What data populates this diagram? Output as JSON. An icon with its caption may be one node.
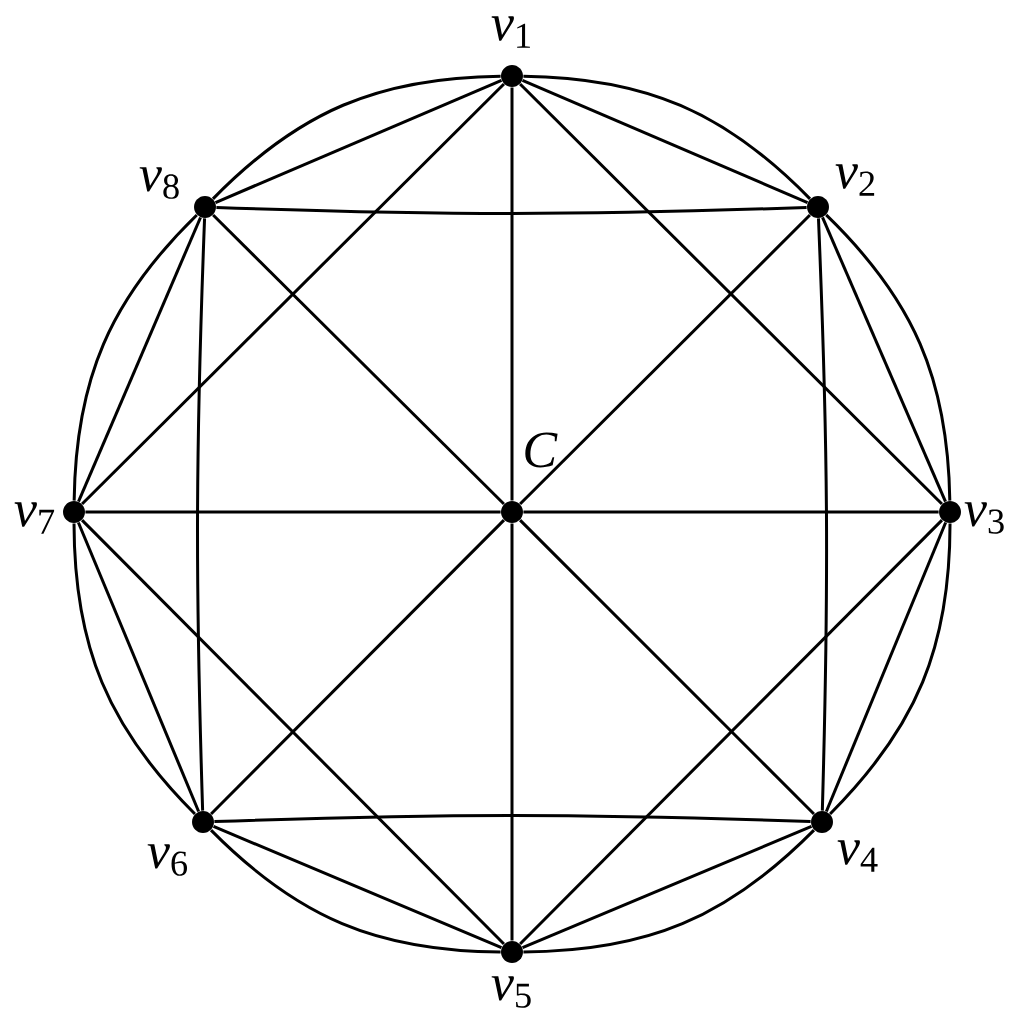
{
  "diagram": {
    "nodes": [
      {
        "text": [],
        "shape": "circle",
        "beside": [
          "*v*$_{1}$"
        ]
      },
      {
        "text": [],
        "shape": "circle",
        "beside": [
          "*v*$_{2}$"
        ]
      },
      {
        "text": [],
        "shape": "circle",
        "beside": [
          "*v*$_{3}$"
        ]
      },
      {
        "text": [],
        "shape": "circle",
        "beside": [
          "*v*$_{4}$"
        ]
      },
      {
        "text": [],
        "shape": "circle",
        "beside": [
          "*v*$_{5}$"
        ]
      },
      {
        "text": [],
        "shape": "circle",
        "beside": [
          "*v*$_{6}$"
        ]
      },
      {
        "text": [],
        "shape": "circle",
        "beside": [
          "*v*$_{7}$"
        ]
      },
      {
        "text": [],
        "shape": "circle",
        "beside": [
          "*v*$_{8}$"
        ]
      },
      {
        "text": [],
        "shape": "circle",
        "beside": [
          "*C*"
        ]
      }
    ],
    "edges": [
      {
        "from": 0,
        "to": 1,
        "arrow": "none"
      },
      {
        "from": 1,
        "to": 2,
        "arrow": "none"
      },
      {
        "from": 2,
        "to": 3,
        "arrow": "none"
      },
      {
        "from": 3,
        "to": 4,
        "arrow": "none"
      },
      {
        "from": 4,
        "to": 5,
        "arrow": "none"
      },
      {
        "from": 5,
        "to": 6,
        "arrow": "none"
      },
      {
        "from": 6,
        "to": 7,
        "arrow": "none"
      },
      {
        "from": 7,
        "to": 0,
        "arrow": "none"
      },
      {
        "from": 0,
        "to": 1,
        "arrow": "none"
      },
      {
        "from": 1,
        "to": 2,
        "arrow": "none"
      },
      {
        "from": 2,
        "to": 3,
        "arrow": "none"
      },
      {
        "from": 3,
        "to": 4,
        "arrow": "none"
      },
      {
        "from": 4,
        "to": 5,
        "arrow": "none"
      },
      {
        "from": 5,
        "to": 6,
        "arrow": "none"
      },
      {
        "from": 6,
        "to": 7,
        "arrow": "none"
      },
      {
        "from": 7,
        "to": 0,
        "arrow": "none"
      },
      {
        "from": 0,
        "to": 2,
        "arrow": "none"
      },
      {
        "from": 2,
        "to": 4,
        "arrow": "none"
      },
      {
        "from": 4,
        "to": 6,
        "arrow": "none"
      },
      {
        "from": 6,
        "to": 0,
        "arrow": "none"
      },
      {
        "from": 7,
        "to": 1,
        "arrow": "none"
      },
      {
        "from": 1,
        "to": 3,
        "arrow": "none"
      },
      {
        "from": 3,
        "to": 5,
        "arrow": "none"
      },
      {
        "from": 5,
        "to": 7,
        "arrow": "none"
      },
      {
        "from": 8,
        "to": 0,
        "arrow": "none"
      },
      {
        "from": 8,
        "to": 1,
        "arrow": "none"
      },
      {
        "from": 8,
        "to": 2,
        "arrow": "none"
      },
      {
        "from": 8,
        "to": 3,
        "arrow": "none"
      },
      {
        "from": 8,
        "to": 4,
        "arrow": "none"
      },
      {
        "from": 8,
        "to": 5,
        "arrow": "none"
      },
      {
        "from": 8,
        "to": 6,
        "arrow": "none"
      },
      {
        "from": 8,
        "to": 7,
        "arrow": "none"
      }
    ]
  }
}
